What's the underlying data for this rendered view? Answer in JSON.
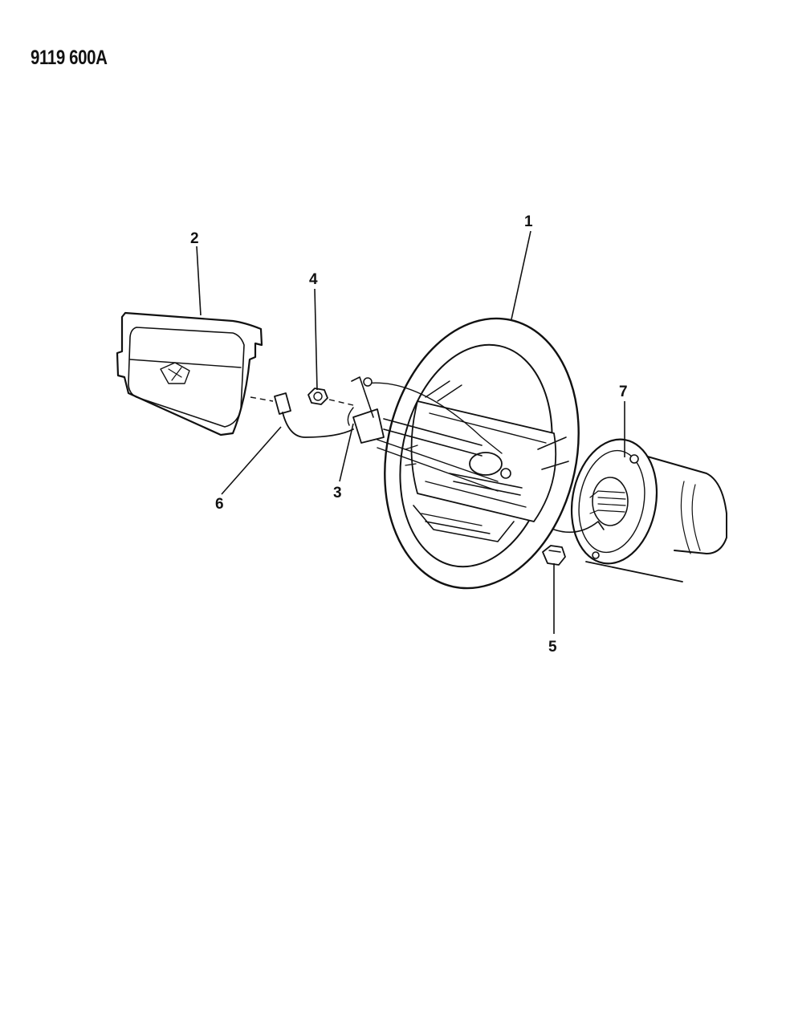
{
  "header": {
    "drawing_number": "9119 600A"
  },
  "callouts": [
    {
      "id": "1",
      "label": "1"
    },
    {
      "id": "2",
      "label": "2"
    },
    {
      "id": "3",
      "label": "3"
    },
    {
      "id": "4",
      "label": "4"
    },
    {
      "id": "5",
      "label": "5"
    },
    {
      "id": "6",
      "label": "6"
    },
    {
      "id": "7",
      "label": "7"
    }
  ]
}
